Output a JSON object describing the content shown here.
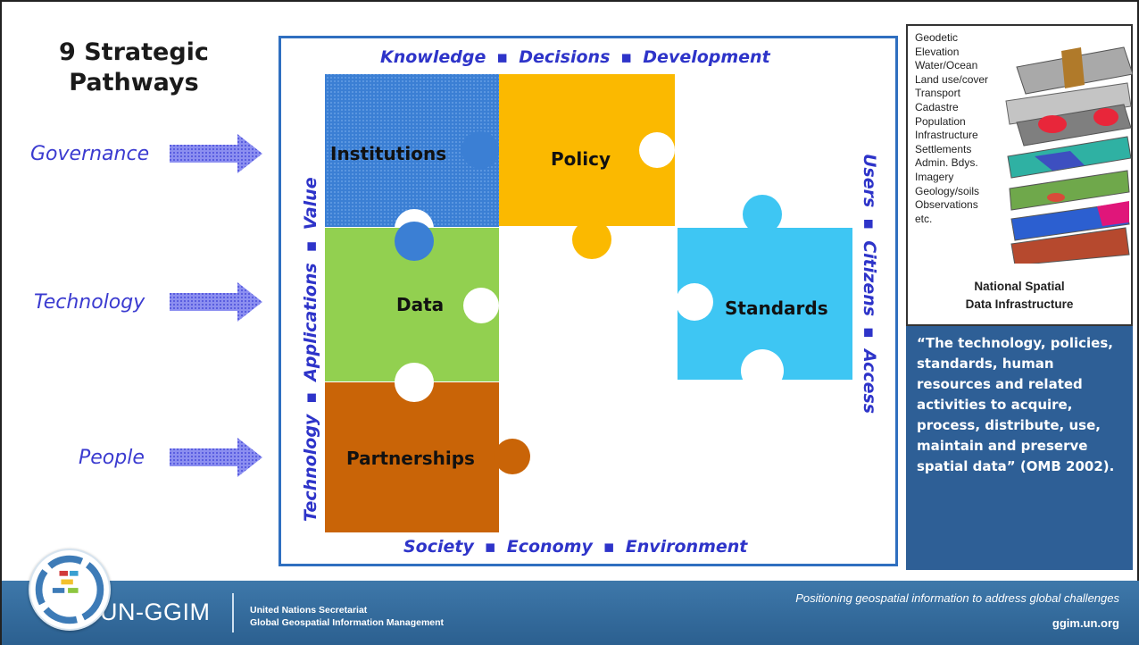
{
  "title": "9 Strategic\nPathways",
  "pathways": [
    {
      "label": "Governance"
    },
    {
      "label": "Technology"
    },
    {
      "label": "People"
    }
  ],
  "edges": {
    "top": [
      "Knowledge",
      "Decisions",
      "Development"
    ],
    "bottom": [
      "Society",
      "Economy",
      "Environment"
    ],
    "left": [
      "Technology",
      "Applications",
      "Value"
    ],
    "right": [
      "Users",
      "Citizens",
      "Access"
    ],
    "separator": "▪"
  },
  "pieces": {
    "institutions": {
      "label": "Institutions",
      "color": "#3b7fd4"
    },
    "policy": {
      "label": "Policy",
      "color": "#fbb900"
    },
    "data": {
      "label": "Data",
      "color": "#92d050"
    },
    "standards": {
      "label": "Standards",
      "color": "#3ec6f3"
    },
    "partnerships": {
      "label": "Partnerships",
      "color": "#c96407"
    }
  },
  "nsdi": {
    "layers": [
      "Geodetic",
      "Elevation",
      "Water/Ocean",
      "Land use/cover",
      "Transport",
      "Cadastre",
      "Population",
      "Infrastructure",
      "Settlements",
      "Admin. Bdys.",
      "Imagery",
      "Geology/soils",
      "Observations",
      "etc."
    ],
    "caption": "National Spatial\nData Infrastructure"
  },
  "quote": "“The technology, policies, standards, human resources and related activities to acquire, process, distribute, use, maintain and preserve spatial data” (OMB 2002).",
  "footer": {
    "brand": "UN-GGIM",
    "org_line1": "United Nations Secretariat",
    "org_line2": "Global Geospatial Information Management",
    "tagline": "Positioning geospatial information to address global challenges",
    "url": "ggim.un.org"
  }
}
